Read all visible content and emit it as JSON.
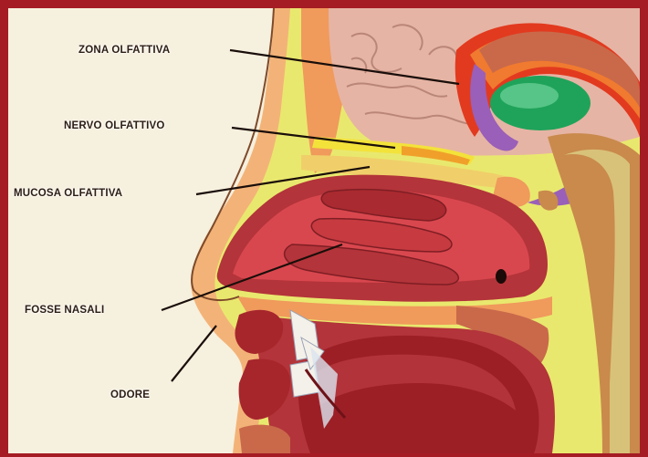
{
  "labels": {
    "zona_olfattiva": "ZONA OLFATTIVA",
    "nervo_olfattivo": "NERVO OLFATTIVO",
    "mucosa_olfattiva": "MUCOSA OLFATTIVA",
    "fosse_nasali": "FOSSE NASALI",
    "odore": "ODORE"
  },
  "colors": {
    "border": "#a51c24",
    "background": "#f6f0de",
    "brain": "#e6b4a4",
    "yellow_tissue": "#e9e86e",
    "nasal_cavity": "#b3343a",
    "olfactory_bulb_green": "#1fa35a",
    "purple_tract": "#9a5fb8",
    "orange_tissue": "#ee7a3c"
  }
}
